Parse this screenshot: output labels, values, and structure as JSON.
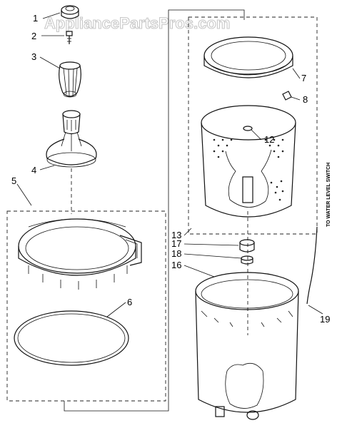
{
  "watermark": "AppliancePartsPros.com",
  "callouts": [
    {
      "id": "1",
      "label": "1"
    },
    {
      "id": "2",
      "label": "2"
    },
    {
      "id": "3",
      "label": "3"
    },
    {
      "id": "4",
      "label": "4"
    },
    {
      "id": "5",
      "label": "5"
    },
    {
      "id": "6",
      "label": "6"
    },
    {
      "id": "7",
      "label": "7"
    },
    {
      "id": "8",
      "label": "8"
    },
    {
      "id": "12",
      "label": "12"
    },
    {
      "id": "13",
      "label": "13"
    },
    {
      "id": "16",
      "label": "16"
    },
    {
      "id": "17",
      "label": "17"
    },
    {
      "id": "18",
      "label": "18"
    },
    {
      "id": "19",
      "label": "19"
    }
  ],
  "side_note": "TO WATER LEVEL SWITCH"
}
